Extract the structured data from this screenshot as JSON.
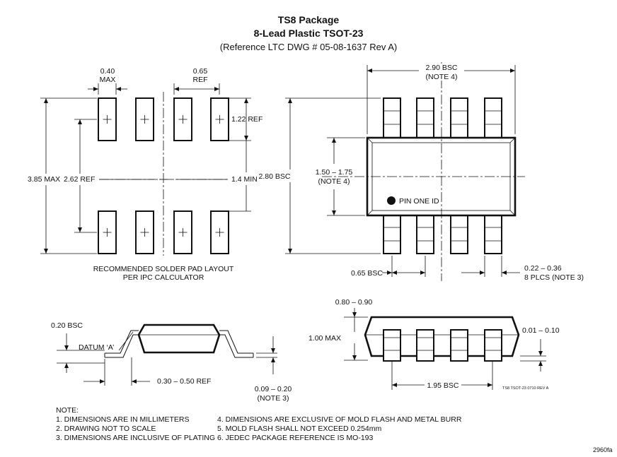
{
  "title": {
    "line1": "TS8 Package",
    "line2": "8-Lead Plastic TSOT-23",
    "line3": "(Reference LTC DWG # 05-08-1637 Rev A)"
  },
  "pad_layout": {
    "pad_width": "0.40",
    "pad_width_note": "MAX",
    "pitch": "0.65",
    "pitch_note": "REF",
    "pad_length": "1.22 REF",
    "overall": "3.85 MAX",
    "pad_span": "2.62 REF",
    "gap": "1.4 MIN",
    "caption_line1": "RECOMMENDED SOLDER PAD LAYOUT",
    "caption_line2": "PER IPC CALCULATOR"
  },
  "top_view": {
    "body_length": "2.90 BSC",
    "body_length_note": "(NOTE 4)",
    "overall_width": "2.80 BSC",
    "body_width": "1.50 – 1.75",
    "body_width_note": "(NOTE 4)",
    "pin_one": "PIN ONE ID",
    "pitch": "0.65 BSC",
    "lead_width": "0.22 – 0.36",
    "lead_width_note": "8 PLCS (NOTE 3)"
  },
  "side_view": {
    "lead_height": "0.20 BSC",
    "datum": "DATUM ‘A’",
    "foot_length": "0.30 – 0.50 REF",
    "lead_thickness": "0.09 – 0.20",
    "lead_thickness_note": "(NOTE 3)"
  },
  "front_view": {
    "body_thickness": "0.80 – 0.90",
    "height": "1.00 MAX",
    "standoff": "0.01 – 0.10",
    "lead_span": "1.95 BSC",
    "drawing_ref": "TS8 TSOT-23 0710 REV A"
  },
  "notes": {
    "header": "NOTE:",
    "items": [
      "1. DIMENSIONS ARE IN MILLIMETERS",
      "2. DRAWING NOT TO SCALE",
      "3. DIMENSIONS ARE INCLUSIVE OF PLATING",
      "4. DIMENSIONS ARE EXCLUSIVE OF MOLD FLASH AND METAL BURR",
      "5. MOLD FLASH SHALL NOT EXCEED 0.254mm",
      "6. JEDEC PACKAGE REFERENCE IS MO-193"
    ]
  },
  "figure_id": "2960fa"
}
